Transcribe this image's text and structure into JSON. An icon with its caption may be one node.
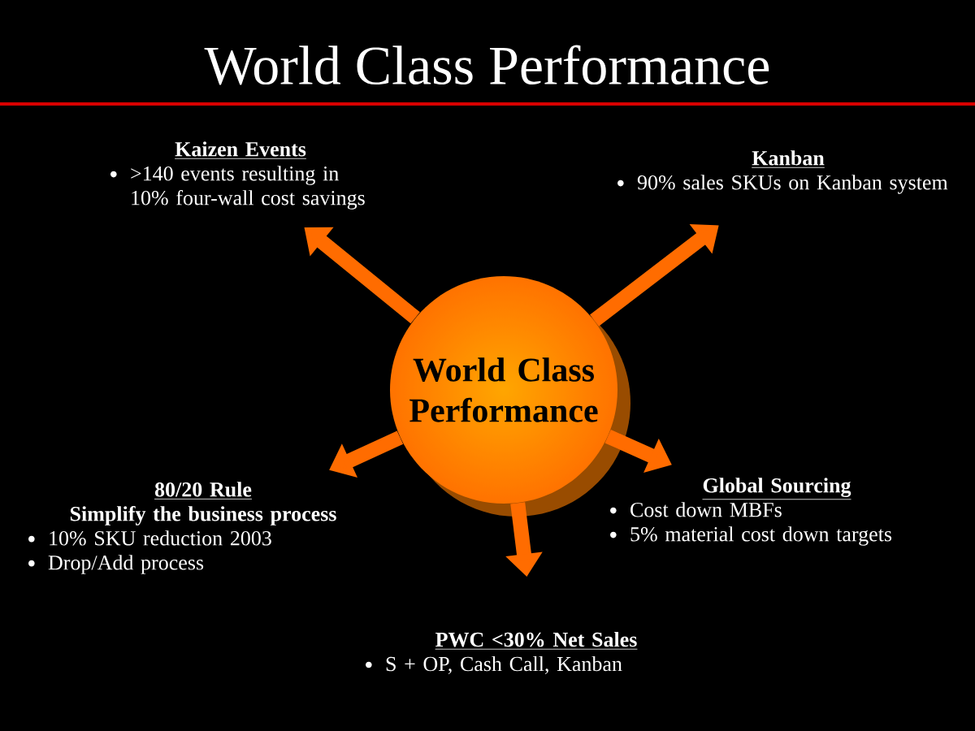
{
  "diagram": {
    "title": "World Class Performance",
    "nodes": [
      {
        "text": [
          "World Class Performance"
        ]
      },
      {
        "text": [
          "Kaizen Events",
          ">140 events resulting in 10% four-wall cost savings"
        ]
      },
      {
        "text": [
          "Kanban",
          "90% sales SKUs on Kanban system"
        ]
      },
      {
        "text": [
          "80/20 Rule",
          "Simplify the business process",
          "10% SKU reduction 2003",
          "Drop/Add process"
        ]
      },
      {
        "text": [
          "Global Sourcing",
          "Cost down MBFs",
          "5% material cost down targets"
        ]
      },
      {
        "text": [
          "PWC <30% Net Sales",
          "S + OP, Cash Call, Kanban"
        ]
      }
    ],
    "edges": [
      {
        "from": 0,
        "to": 1,
        "arrow": "to"
      },
      {
        "from": 0,
        "to": 2,
        "arrow": "to"
      },
      {
        "from": 0,
        "to": 3,
        "arrow": "to"
      },
      {
        "from": 0,
        "to": 4,
        "arrow": "to"
      },
      {
        "from": 0,
        "to": 5,
        "arrow": "to"
      }
    ]
  }
}
